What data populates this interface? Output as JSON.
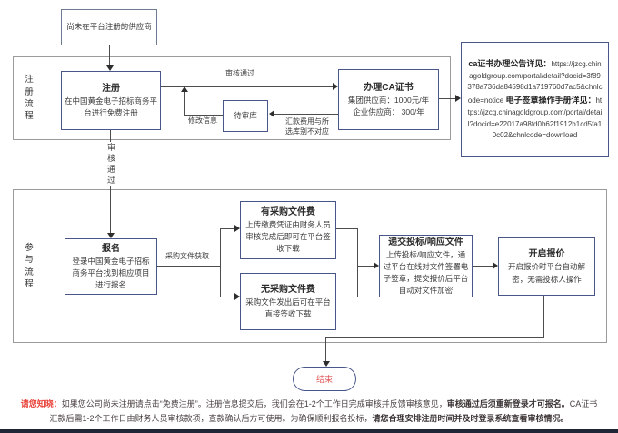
{
  "colors": {
    "box_border": "#49568a",
    "lane_border": "#9b9b9b",
    "connector": "#4d4d4d",
    "note_label_red": "#e8453c",
    "end_text_red": "#e05252",
    "footer_bar": "#202535"
  },
  "lanes": {
    "registration": {
      "label": "注册流程"
    },
    "participation": {
      "label": "参与流程"
    }
  },
  "nodes": {
    "unregistered": {
      "label": "尚未在平台注册的供应商"
    },
    "register": {
      "title": "注册",
      "body": "在中国黄金电子招标商务平台进行免费注册"
    },
    "pending_review": {
      "label": "待审库"
    },
    "ca_cert": {
      "title": "办理CA证书",
      "line1": "集团供应商：1000元/年",
      "line2": "企业供应商：  300/年"
    },
    "signup": {
      "title": "报名",
      "body": "登录中国黄金电子招标商务平台找到相应项目进行报名"
    },
    "with_fee": {
      "title": "有采购文件费",
      "body": "上传缴费凭证由财务人员审核完成后即可在平台签收下载"
    },
    "no_fee": {
      "title": "无采购文件费",
      "body": "采购文件发出后可在平台直接签收下载"
    },
    "submit_docs": {
      "title": "递交投标/响应文件",
      "body": "上传投标/响应文件，通过平台在线对文件签署电子签章，提交报价后平台自动对文件加密"
    },
    "open_quote": {
      "title": "开启报价",
      "body": "开启报价时平台自动解密，无需投标人操作"
    },
    "end": {
      "label": "结束"
    }
  },
  "ca_info": {
    "notice_label": "ca证书办理公告详见：",
    "notice_url": "https://jzcg.chinagoldgroup.com/portal/detail?docid=3f89378a736da84598d1a719760d7ac5&chnlcode=notice",
    "manual_label": "电子签章操作手册详见：",
    "manual_url": "https://jzcg.chinagoldgroup.com/portal/detail?docid=e22017a98fd0b62f1912b1cd5fa10c02&chnlcode=download"
  },
  "edges": {
    "approved_top": "审核通过",
    "modify_info": "修改信息",
    "remit_mismatch": "汇款费用与所选库别不对应",
    "approved_vertical": "审核通过",
    "get_docs": "采购文件获取"
  },
  "note": {
    "segments": [
      {
        "text": "请您知晓：",
        "bold": true,
        "red": true
      },
      {
        "text": "如果您公司尚未注册请点击“免费注册”。注册信息提交后，我们会在1-2个工作日完成审核并反馈审核意见，",
        "bold": false
      },
      {
        "text": "审核通过后须重新登录才可报名。",
        "bold": true
      },
      {
        "text": "CA证书汇款后需1-2个工作日由财务人员审核款项，查款确认后方可使用。为确保顺利报名投标，",
        "bold": false
      },
      {
        "text": "请您合理安排注册时间并及时登录系统查看审核情况。",
        "bold": true
      }
    ]
  }
}
